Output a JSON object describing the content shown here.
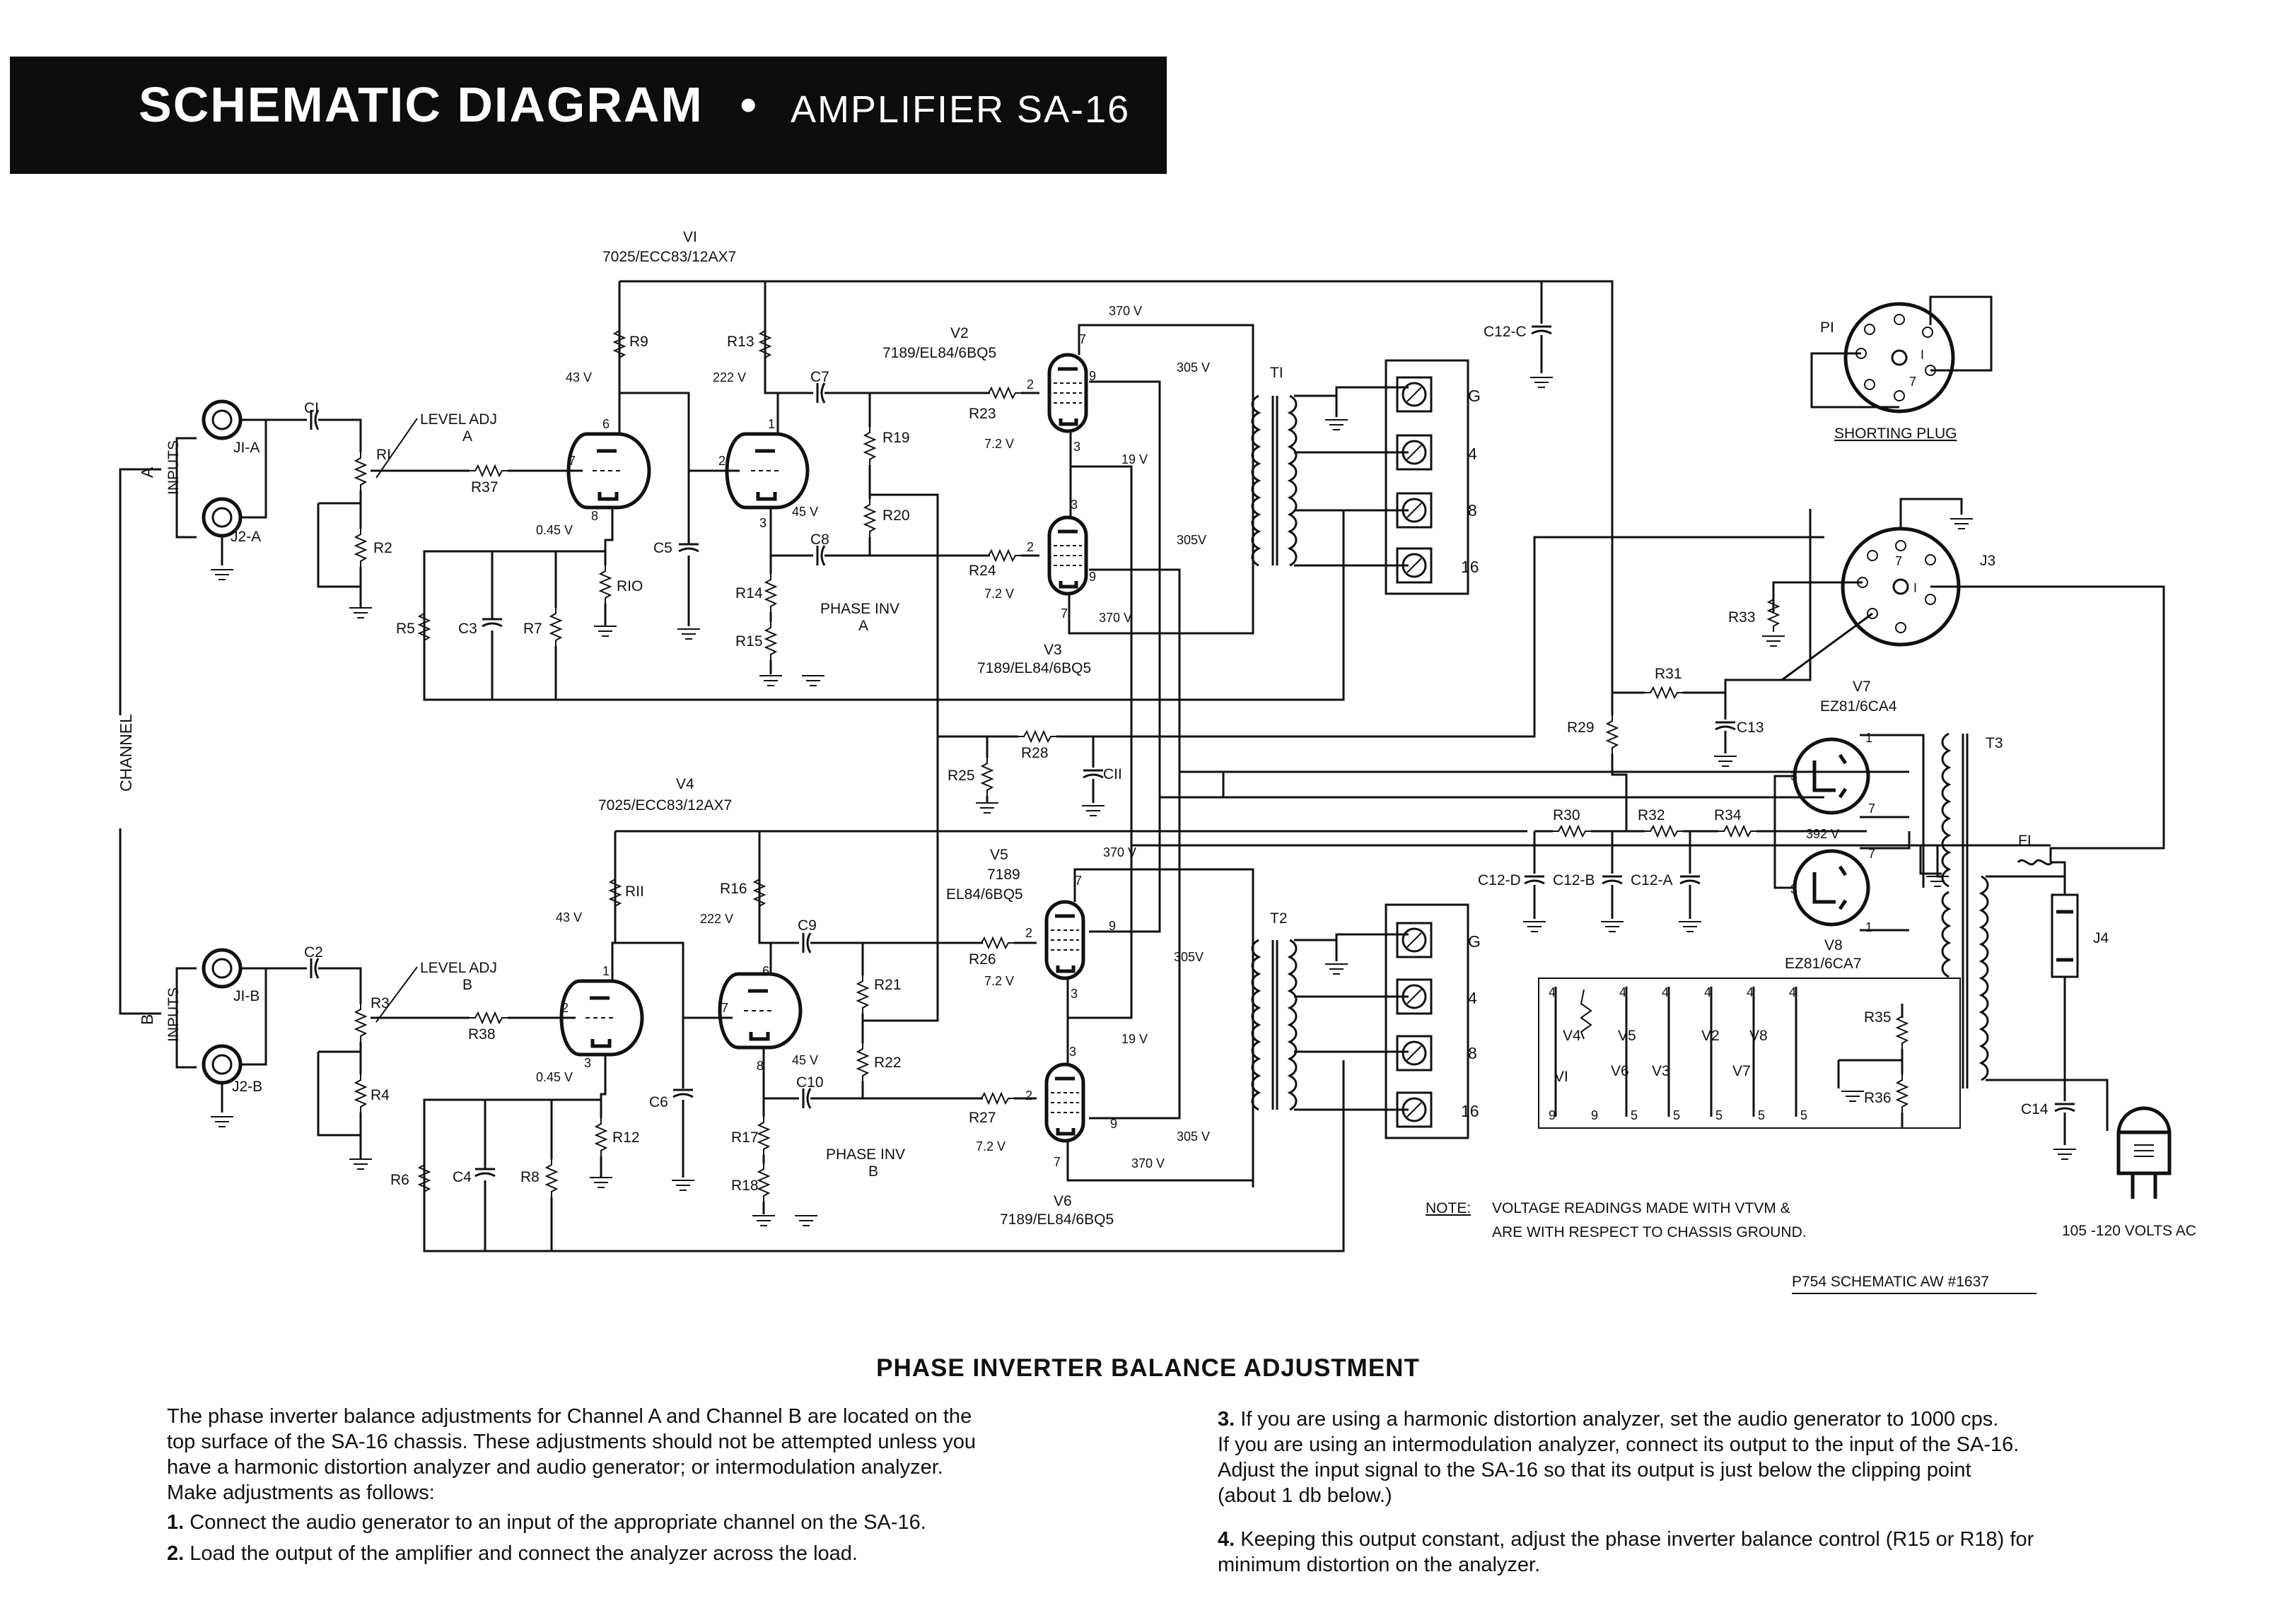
{
  "header": {
    "title": "SCHEMATIC DIAGRAM",
    "bullet": "•",
    "subtitle": "AMPLIFIER SA-16"
  },
  "schematic": {
    "tubes": {
      "v1": {
        "name": "VI",
        "type": "7025/ECC83/12AX7"
      },
      "v2": {
        "name": "V2",
        "type": "7189/EL84/6BQ5"
      },
      "v3": {
        "name": "V3",
        "type": "7189/EL84/6BQ5"
      },
      "v4": {
        "name": "V4",
        "type": "7025/ECC83/12AX7"
      },
      "v5": {
        "name": "V5",
        "type1": "7189",
        "type2": "EL84/6BQ5"
      },
      "v6": {
        "name": "V6",
        "type": "7189/EL84/6BQ5"
      },
      "v7": {
        "name": "V7",
        "type": "EZ81/6CA4"
      },
      "v8": {
        "name": "V8",
        "type": "EZ81/6CA7"
      }
    },
    "labels": {
      "j1a": "JI-A",
      "j2a": "J2-A",
      "j1b": "JI-B",
      "j2b": "J2-B",
      "inputs": "INPUTS",
      "chA": "A",
      "chB": "B",
      "channel": "CHANNEL",
      "c1": "CI",
      "c2": "C2",
      "c3": "C3",
      "c4": "C4",
      "c5": "C5",
      "c6": "C6",
      "c7": "C7",
      "c8": "C8",
      "c9": "C9",
      "c10": "C10",
      "c11": "CII",
      "c12a": "C12-A",
      "c12b": "C12-B",
      "c12c": "C12-C",
      "c12d": "C12-D",
      "c13": "C13",
      "c14": "C14",
      "r1": "RI",
      "r2": "R2",
      "r3": "R3",
      "r4": "R4",
      "r5": "R5",
      "r6": "R6",
      "r7": "R7",
      "r8": "R8",
      "r9": "R9",
      "r10": "RIO",
      "r11": "RII",
      "r12": "R12",
      "r13": "R13",
      "r14": "R14",
      "r15": "R15",
      "r16": "R16",
      "r17": "R17",
      "r18": "R18",
      "r19": "R19",
      "r20": "R20",
      "r21": "R21",
      "r22": "R22",
      "r23": "R23",
      "r24": "R24",
      "r25": "R25",
      "r26": "R26",
      "r27": "R27",
      "r28": "R28",
      "r29": "R29",
      "r30": "R30",
      "r31": "R31",
      "r32": "R32",
      "r33": "R33",
      "r34": "R34",
      "r35": "R35",
      "r36": "R36",
      "r37": "R37",
      "r38": "R38",
      "levelAdj": "LEVEL ADJ",
      "levelA": "A",
      "levelB": "B",
      "phaseInv": "PHASE INV",
      "phaseA": "A",
      "phaseB": "B",
      "t1": "TI",
      "t2": "T2",
      "t3": "T3",
      "f1": "FI",
      "j3": "J3",
      "j4": "J4",
      "p1": "PI",
      "shorting": "SHORTING PLUG",
      "tapG": "G",
      "tap4": "4",
      "tap8": "8",
      "tap16": "16",
      "v370": "370 V",
      "v305": "305 V",
      "v305s": "305V",
      "v19": "19 V",
      "v72": "7.2 V",
      "v43": "43 V",
      "v222": "222 V",
      "v45": "45 V",
      "v045": "0.45 V",
      "v392": "392 V",
      "ac": "105 -120 VOLTS AC",
      "noteLabel": "NOTE:",
      "note1": "VOLTAGE READINGS MADE WITH VTVM &",
      "note2": "ARE WITH RESPECT TO CHASSIS GROUND.",
      "ref": "P754 SCHEMATIC   AW #1637",
      "sockV1": "VI",
      "sockV2": "V2",
      "sockV3": "V3",
      "sockV4": "V4",
      "sockV5": "V5",
      "sockV6": "V6",
      "sockV7": "V7",
      "sockV8": "V8"
    }
  },
  "adjustment": {
    "title": "PHASE INVERTER BALANCE ADJUSTMENT",
    "intro": [
      "The phase inverter balance adjustments for Channel A and Channel B are located on the",
      "top surface of the SA-16 chassis. These adjustments should not be attempted unless you",
      "have a harmonic distortion analyzer and audio generator; or intermodulation analyzer.",
      "Make adjustments as follows:"
    ],
    "step1_num": "1.",
    "step1": "Connect the audio generator to an input of the appropriate channel on the SA-16.",
    "step2_num": "2.",
    "step2": "Load the output of the amplifier and connect the analyzer across the load.",
    "step3_num": "3.",
    "step3": [
      "If you are using a harmonic distortion analyzer, set the audio generator to 1000 cps.",
      "If you are using an intermodulation analyzer, connect its output to the input of the SA-16.",
      "Adjust the input signal to the SA-16 so that its output is just below the clipping point",
      "(about 1 db below.)"
    ],
    "step4_num": "4.",
    "step4": [
      "Keeping this output constant, adjust the phase inverter balance control (R15 or R18) for",
      "minimum distortion on the analyzer."
    ]
  }
}
